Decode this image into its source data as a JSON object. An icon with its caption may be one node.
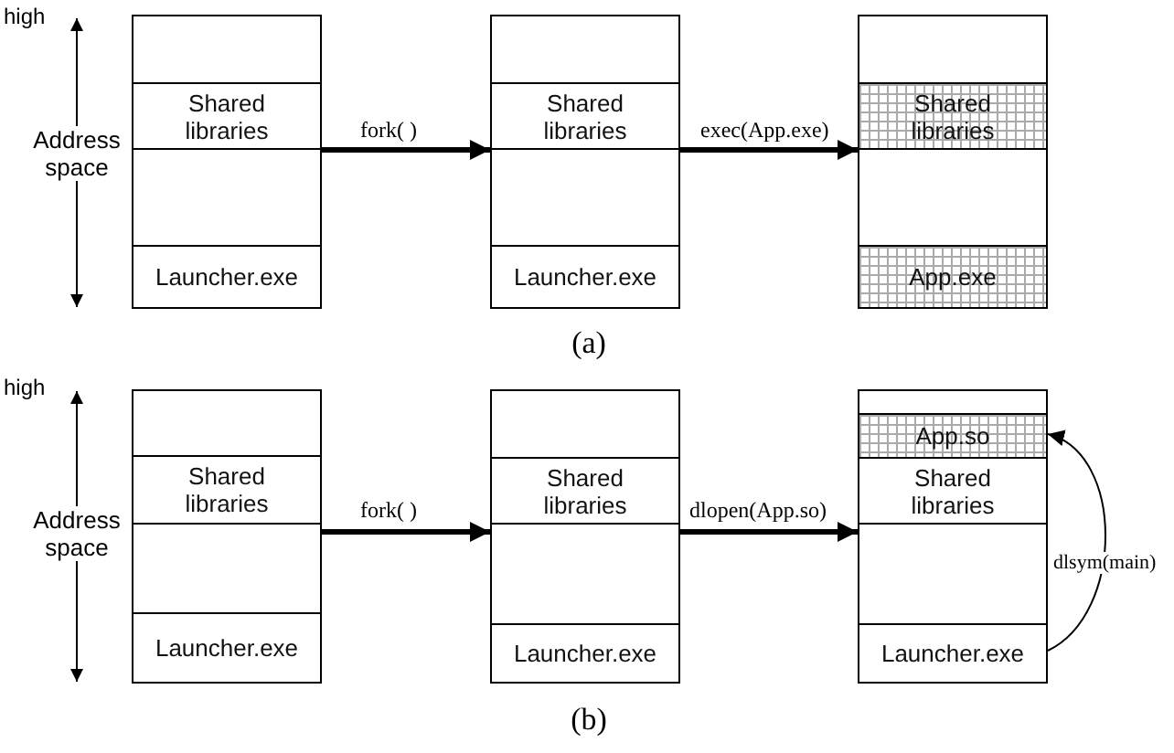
{
  "diagram": {
    "nodes": [
      {
        "text": [],
        "shape": "box"
      },
      {
        "text": [
          "Shared libraries"
        ],
        "in": 0
      },
      {
        "text": [
          "Launcher.exe"
        ],
        "in": 0
      },
      {
        "text": [],
        "shape": "box"
      },
      {
        "text": [
          "Shared libraries"
        ],
        "in": 3
      },
      {
        "text": [
          "Launcher.exe"
        ],
        "in": 3
      },
      {
        "text": [],
        "shape": "box"
      },
      {
        "text": [
          "Shared libraries"
        ],
        "in": 6
      },
      {
        "text": [
          "App.exe"
        ],
        "in": 6
      },
      {
        "text": [],
        "shape": "box"
      },
      {
        "text": [
          "Shared libraries"
        ],
        "in": 9
      },
      {
        "text": [
          "Launcher.exe"
        ],
        "in": 9
      },
      {
        "text": [],
        "shape": "box"
      },
      {
        "text": [
          "Shared libraries"
        ],
        "in": 12
      },
      {
        "text": [
          "Launcher.exe"
        ],
        "in": 12
      },
      {
        "text": [],
        "shape": "box"
      },
      {
        "text": [
          "App.so"
        ],
        "in": 15
      },
      {
        "text": [
          "Shared libraries"
        ],
        "in": 15
      },
      {
        "text": [
          "Launcher.exe"
        ],
        "in": 15
      }
    ],
    "edges": [
      {
        "from": 0,
        "to": 3,
        "arrow": "to",
        "label": "fork( )"
      },
      {
        "from": 3,
        "to": 6,
        "arrow": "to",
        "label": "exec(App.exe)"
      },
      {
        "from": 9,
        "to": 12,
        "arrow": "to",
        "label": "fork( )"
      },
      {
        "from": 12,
        "to": 15,
        "arrow": "to",
        "label": "dlopen(App.so)"
      },
      {
        "from": 18,
        "to": 16,
        "arrow": "to",
        "label": "dlsym(main)"
      }
    ],
    "labels": [
      "high",
      "Address space",
      "(a)",
      "high",
      "Address space",
      "(b)"
    ]
  }
}
